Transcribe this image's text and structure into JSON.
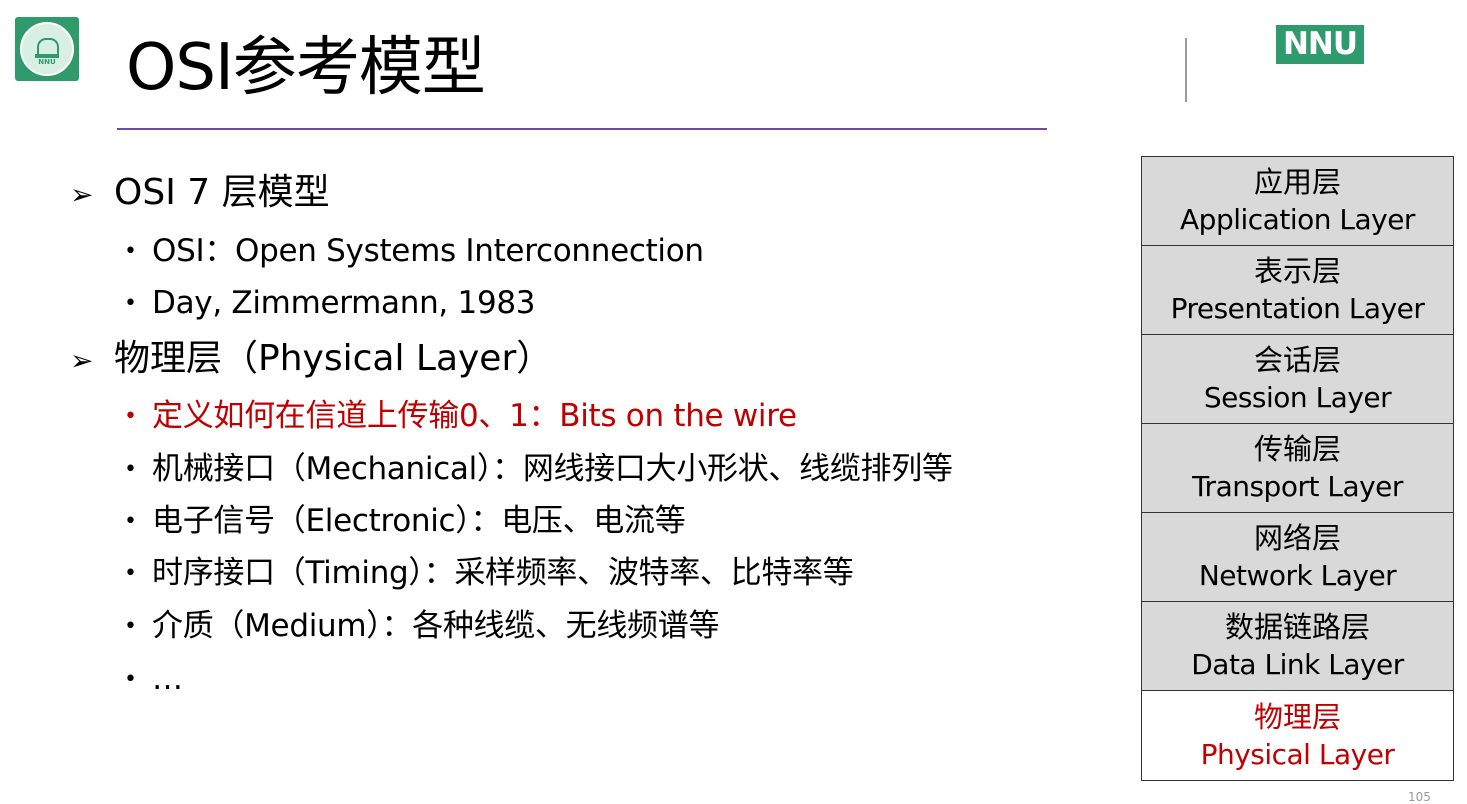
{
  "header": {
    "title": "OSI参考模型",
    "badge": "NNU",
    "seal_text": "NNU"
  },
  "bullets": [
    {
      "marker": "➢",
      "text": "OSI 7 层模型"
    },
    {
      "marker": "•",
      "text": "OSI：Open Systems Interconnection"
    },
    {
      "marker": "•",
      "text": "Day, Zimmermann, 1983"
    },
    {
      "marker": "➢",
      "text": "物理层（Physical Layer）"
    },
    {
      "marker": "•",
      "text": "定义如何在信道上传输0、1：Bits on the wire"
    },
    {
      "marker": "•",
      "text": "机械接口（Mechanical）：网线接口大小形状、线缆排列等"
    },
    {
      "marker": "•",
      "text": "电子信号（Electronic）：电压、电流等"
    },
    {
      "marker": "•",
      "text": "时序接口（Timing）：采样频率、波特率、比特率等"
    },
    {
      "marker": "•",
      "text": "介质（Medium）：各种线缆、无线频谱等"
    },
    {
      "marker": "•",
      "text": "…"
    }
  ],
  "layers": [
    {
      "cn": "应用层",
      "en": "Application Layer"
    },
    {
      "cn": "表示层",
      "en": "Presentation Layer"
    },
    {
      "cn": "会话层",
      "en": "Session Layer"
    },
    {
      "cn": "传输层",
      "en": "Transport Layer"
    },
    {
      "cn": "网络层",
      "en": "Network Layer"
    },
    {
      "cn": "数据链路层",
      "en": "Data Link Layer"
    },
    {
      "cn": "物理层",
      "en": "Physical Layer"
    }
  ],
  "colors": {
    "accent_green": "#2f9a6b",
    "highlight_red": "#c00000",
    "rule_purple": "#6d4d9c",
    "layer_fill": "#d9d9d9"
  },
  "footer": {
    "page_number": "105"
  }
}
